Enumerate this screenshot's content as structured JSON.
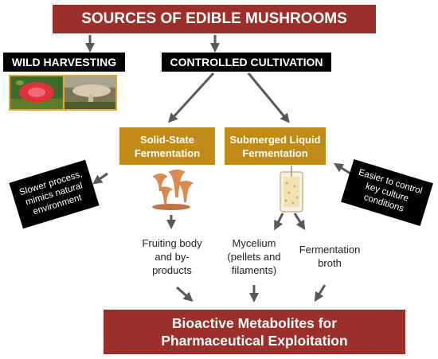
{
  "title": "SOURCES OF EDIBLE MUSHROOMS",
  "wild": "WILD HARVESTING",
  "cultivation": "CONTROLLED CULTIVATION",
  "solid_state": [
    "Solid-State",
    "Fermentation"
  ],
  "submerged": [
    "Submerged Liquid",
    "Fermentation"
  ],
  "callout_left": [
    "Slower process,",
    "mimics natural",
    "environment"
  ],
  "callout_right": [
    "Easier to control",
    "key culture",
    "conditions"
  ],
  "fruiting": [
    "Fruiting body",
    "and by-",
    "products"
  ],
  "mycelium": [
    "Mycelium",
    "(pellets and",
    "filaments)"
  ],
  "broth": [
    "Fermentation",
    "broth"
  ],
  "bottom": [
    "Bioactive Metabolites for",
    "Pharmaceutical Exploitation"
  ],
  "colors": {
    "red": "#9b2f2a",
    "gold": "#c28b17",
    "arrow": "#595959"
  }
}
